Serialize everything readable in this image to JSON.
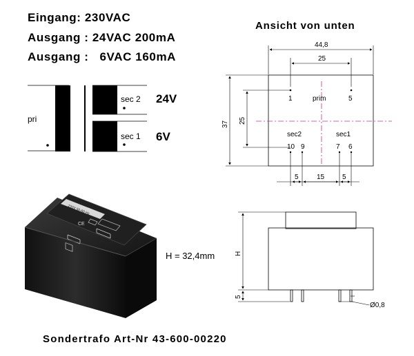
{
  "specs": {
    "input": "Eingang: 230VAC",
    "output1": "Ausgang : 24VAC 200mA",
    "output2": "Ausgang :   6VAC 160mA"
  },
  "schematic": {
    "primary": "pri",
    "secondary2": "sec 2",
    "secondary1": "sec 1",
    "voltage2": "24V",
    "voltage1": "6V"
  },
  "bottom_view": {
    "title": "Ansicht von unten",
    "width_dim": "44,8",
    "pin_spacing_top": "25",
    "height_dim": "37",
    "row_spacing": "25",
    "pin_1": "1",
    "primary_label": "prim",
    "pin_5": "5",
    "sec2_label": "sec2",
    "sec1_label": "sec1",
    "pin_10": "10",
    "pin_9": "9",
    "pin_7": "7",
    "pin_6": "6",
    "dim_left": "5",
    "dim_mid": "15",
    "dim_right": "5"
  },
  "product": {
    "label_text": "230V 50-60 Hz",
    "height_note": "H = 32,4mm"
  },
  "side_view": {
    "height_label": "H",
    "pin_length": "5",
    "pin_diameter": "Ø0,8"
  },
  "footer": "Sondertrafo Art-Nr 43-600-00220",
  "colors": {
    "centerline": "#c0338c",
    "core": "#000000",
    "body": "#1a1a1a"
  }
}
